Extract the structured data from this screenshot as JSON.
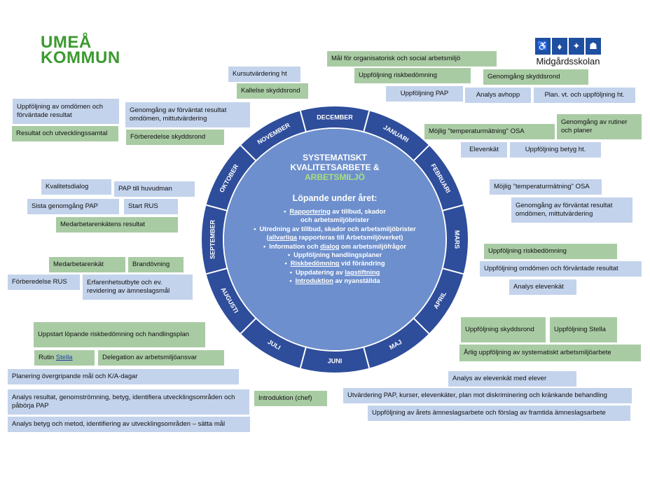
{
  "logos": {
    "left": [
      "UMEÅ",
      "KOMMUN"
    ],
    "right": "Midgårdsskolan"
  },
  "center": {
    "title_line1": "SYSTEMATISKT",
    "title_line2": "KVALITETSARBETE &",
    "title_line3": "ARBETSMILJÖ",
    "running_heading": "Löpande under året:",
    "items": [
      {
        "u": "Rapportering",
        "rest": " av tillbud, skador"
      },
      {
        "u": "",
        "rest": "och arbetsmiljöbrister",
        "nobullet": true
      },
      {
        "u": "",
        "rest": "Utredning av tillbud, skador och arbetsmiljöbrister"
      },
      {
        "pre": "(",
        "u": "allvarliga",
        "rest": " rapporteras till Arbetsmiljöverket)",
        "nobullet": true
      },
      {
        "pre": "Information och ",
        "u": "dialog",
        "rest": " om arbetsmiljöfrågor"
      },
      {
        "u": "",
        "rest": "Uppföljning handlingsplaner"
      },
      {
        "u": "Riskbedömning",
        "rest": " vid förändring"
      },
      {
        "pre": "Uppdatering av ",
        "u": "lagstiftning",
        "rest": ""
      },
      {
        "u": "Introduktion",
        "rest": " av nyanställda"
      }
    ]
  },
  "months": [
    "JANUARI",
    "FEBRUARI",
    "MARS",
    "APRIL",
    "MAJ",
    "JUNI",
    "JULI",
    "AUGUSTI",
    "SEPTEMBER",
    "OKTOBER",
    "NOVEMBER",
    "DECEMBER"
  ],
  "colors": {
    "ring": "#2e4d9b",
    "inner": "#6d8fcd",
    "green_box": "#a9cba4",
    "blue_box": "#c3d3ec"
  },
  "boxes": {
    "mal_org": "Mål för organisatorisk och social arbetsmiljö",
    "kursutv": "Kursutvärdering ht",
    "uppf_risk_jan": "Uppföljning riskbedömning",
    "genomg_skydd_jan": "Genomgång skyddsrond",
    "kallelse_skydd": "Kallelse skyddsrond",
    "uppf_pap_jan": "Uppföljning PAP",
    "analys_avhopp": "Analys avhopp",
    "plan_vt": "Plan. vt. och uppföljning ht.",
    "uppf_omd_dec": "Uppföljning av omdömen och förväntade resultat",
    "genomg_forv_dec": "Genomgång av förväntat resultat omdömen, mittutvärdering",
    "resultat_samtal": "Resultat och utvecklingssamtal",
    "forb_skydd_dec": "Förberedelse skyddsrond",
    "temp_osa_feb": "Möjlig \"temperaturmätning\" OSA",
    "genomg_rutiner": "Genomgång av rutiner och planer",
    "elevenkat_feb": "Elevenkät",
    "uppf_betyg": "Uppföljning betyg ht.",
    "kvalitetsdialog": "Kvalitetsdialog",
    "pap_huvudman": "PAP  till huvudman",
    "sista_pap": "Sista genomgång PAP",
    "start_rus": "Start RUS",
    "medarb_resultat": "Medarbetarenkätens resultat",
    "temp_osa_mar": "Möjlig \"temperaturmätning\" OSA",
    "genomg_forv_mar": "Genomgång av förväntat resultat omdömen, mittutvärdering",
    "medarbetarenkat": "Medarbetarenkät",
    "brandovning": "Brandövning",
    "forb_rus": "Förberedelse RUS",
    "erfarenhet": "Erfarenhetsutbyte och ev. revidering av ämneslagsmål",
    "uppf_risk_apr": "Uppföljning riskbedömning",
    "uppf_omd_apr": "Uppföljning omdömen och förväntade resultat",
    "analys_elevenkat": "Analys elevenkät",
    "uppstart_risk": "Uppstart löpande riskbedömning och handlingsplan",
    "uppf_skydd_maj": "Uppföljning skyddsrond",
    "uppf_stella": "Uppföljning Stella",
    "arlig_uppf": "Årlig uppföljning av systematiskt arbetsmiljöarbete",
    "rutin": "Rutin ",
    "stella": "Stella",
    "delegation": "Delegation av arbetsmiljöansvar",
    "planering": "Planering övergripande mål och K/A-dagar",
    "analys_elev_med": "Analys av elevenkät med elever",
    "analys_res": "Analys resultat, genomströmning, betyg, identifiera utvecklingsområden och påbörja PAP",
    "introduktion": "Introduktion (chef)",
    "utvardering_pap": "Utvärdering PAP, kurser, elevenkäter, plan mot diskriminering och kränkande behandling",
    "uppf_amneslag": "Uppföljning av årets ämneslagsarbete och förslag av framtida ämneslagsarbete",
    "analys_betyg": "Analys betyg och metod, identifiering av utvecklingsområden – sätta mål"
  }
}
